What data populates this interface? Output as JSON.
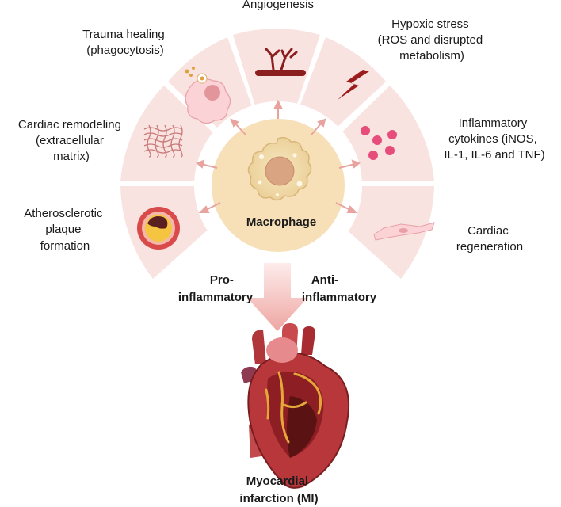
{
  "center": {
    "label": "Macrophage"
  },
  "segments": [
    {
      "id": "atherosclerotic",
      "lines": [
        "Atherosclerotic",
        "plaque",
        "formation"
      ],
      "icon": "plaque-vessel-icon"
    },
    {
      "id": "cardiac-remodeling",
      "lines": [
        "Cardiac remodeling",
        "(extracellular",
        "matrix)"
      ],
      "icon": "ecm-mesh-icon"
    },
    {
      "id": "trauma-healing",
      "lines": [
        "Trauma healing",
        "(phagocytosis)"
      ],
      "icon": "phagocyte-cell-icon"
    },
    {
      "id": "angiogenesis",
      "lines": [
        "Angiogenesis"
      ],
      "icon": "blood-vessel-branch-icon"
    },
    {
      "id": "hypoxic-stress",
      "lines": [
        "Hypoxic stress",
        "(ROS and disrupted",
        "metabolism)"
      ],
      "icon": "lightning-bolt-icon"
    },
    {
      "id": "inflammatory-cytokines",
      "lines": [
        "Inflammatory",
        "cytokines (iNOS,",
        "IL-1, IL-6 and TNF)"
      ],
      "icon": "cytokine-dots-icon"
    },
    {
      "id": "cardiac-regeneration",
      "lines": [
        "Cardiac",
        "regeneration"
      ],
      "icon": "cardiomyocyte-icon"
    }
  ],
  "pro": {
    "lines": [
      "Pro-",
      "inflammatory"
    ],
    "color": "#9e2a2b"
  },
  "anti": {
    "lines": [
      "Anti-",
      "inflammatory"
    ],
    "color": "#3a7fc1"
  },
  "heart": {
    "lines": [
      "Myocardial",
      "infarction (MI)"
    ],
    "icon": "heart-icon"
  },
  "colors": {
    "outer_ring": "#f9e3e1",
    "inner_ring": "#ffffff",
    "center_fill": "#f7dfb8",
    "arrow": "#e8a39f"
  }
}
